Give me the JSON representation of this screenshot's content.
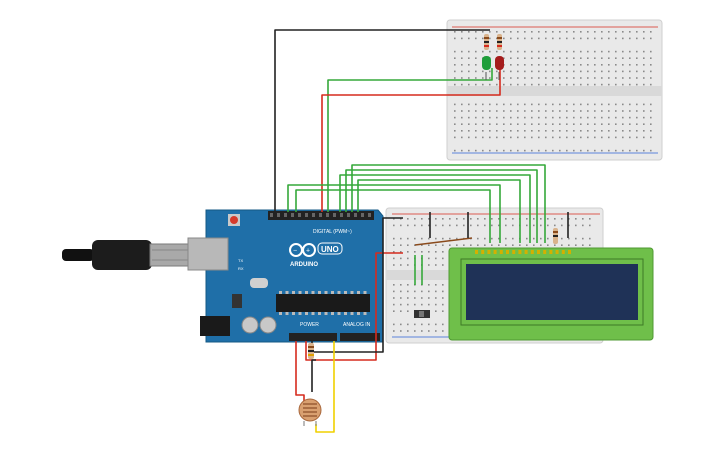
{
  "arduino": {
    "brand": "ARDUINO",
    "model": "UNO",
    "digital_header": "DIGITAL (PWM~)",
    "power_header": "POWER",
    "analog_header": "ANALOG IN",
    "tx_label": "TX",
    "rx_label": "RX",
    "board_color": "#1f6fa8"
  },
  "lcd": {
    "bezel_color": "#6fbf4a",
    "screen_color": "#1f3257"
  },
  "leds": [
    {
      "name": "green-led",
      "color": "#1f9e3b"
    },
    {
      "name": "red-led",
      "color": "#a51c1c"
    }
  ],
  "wire_colors": {
    "black": "#222222",
    "red": "#d62b1e",
    "green": "#35a83a",
    "yellow": "#f0d000",
    "brown": "#8a4a1c"
  }
}
